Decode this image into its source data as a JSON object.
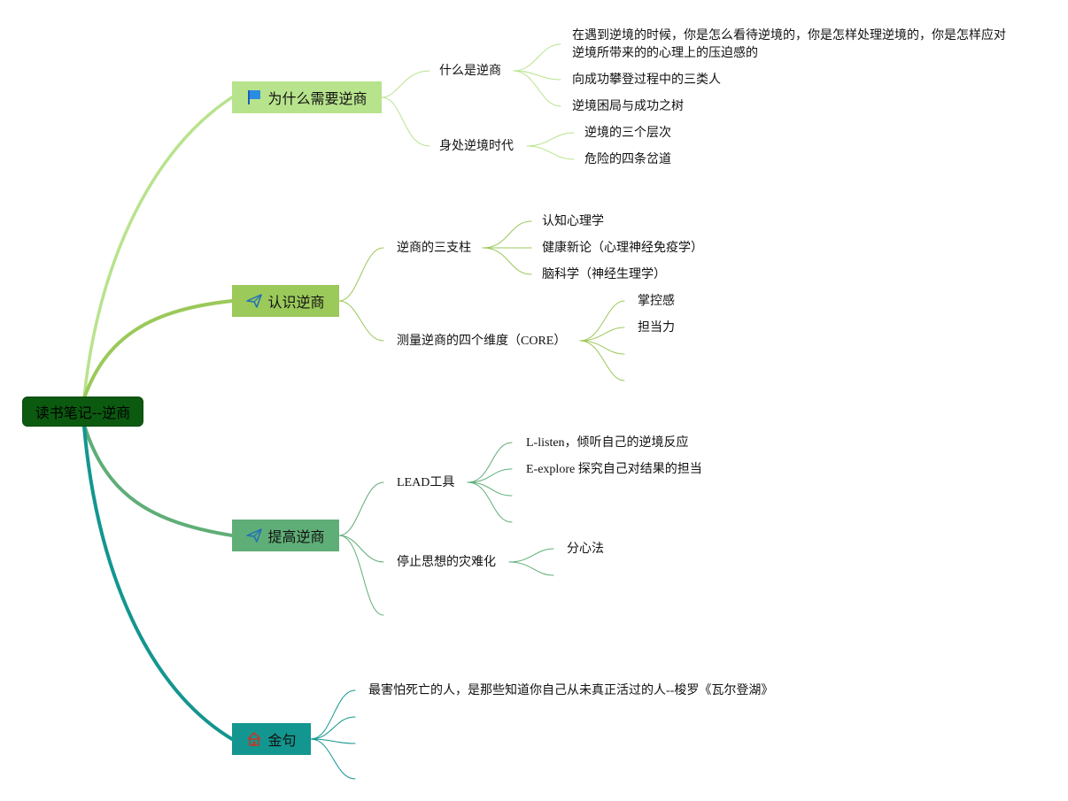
{
  "root": {
    "label": "读书笔记--逆商"
  },
  "colors": {
    "b1": "#b8e38d",
    "b2": "#9bc95a",
    "b3": "#5fae77",
    "b4": "#13968f",
    "root_bg": "#0b5a10"
  },
  "branches": [
    {
      "label": "为什么需要逆商",
      "icon": "blue-flag-icon",
      "children": [
        {
          "label": "什么是逆商",
          "children": [
            "在遇到逆境的时候，你是怎么看待逆境的，你是怎样处理逆境的，你是怎样应对逆境所带来的的心理上的压迫感的",
            "向成功攀登过程中的三类人",
            "逆境困局与成功之树"
          ]
        },
        {
          "label": "身处逆境时代",
          "children": [
            "逆境的三个层次",
            "危险的四条岔道"
          ]
        }
      ]
    },
    {
      "label": "认识逆商",
      "icon": "paper-plane-icon",
      "children": [
        {
          "label": "逆商的三支柱",
          "children": [
            "认知心理学",
            "健康新论（心理神经免疫学）",
            "脑科学（神经生理学）"
          ]
        },
        {
          "label": "测量逆商的四个维度（CORE）",
          "children": [
            "掌控感",
            "担当力",
            "",
            ""
          ]
        }
      ]
    },
    {
      "label": "提高逆商",
      "icon": "paper-plane-icon",
      "children": [
        {
          "label": "LEAD工具",
          "children": [
            "L-listen，倾听自己的逆境反应",
            "E-explore 探究自己对结果的担当",
            "",
            ""
          ]
        },
        {
          "label": "停止思想的灾难化",
          "children": [
            "分心法",
            ""
          ]
        },
        {
          "label": "",
          "children": []
        }
      ]
    },
    {
      "label": "金句",
      "icon": "house-icon",
      "children": [
        {
          "label": "最害怕死亡的人，是那些知道你自己从未真正活过的人--梭罗《瓦尔登湖》",
          "children": []
        },
        {
          "label": "",
          "children": []
        },
        {
          "label": "",
          "children": []
        },
        {
          "label": "",
          "children": []
        }
      ]
    }
  ]
}
